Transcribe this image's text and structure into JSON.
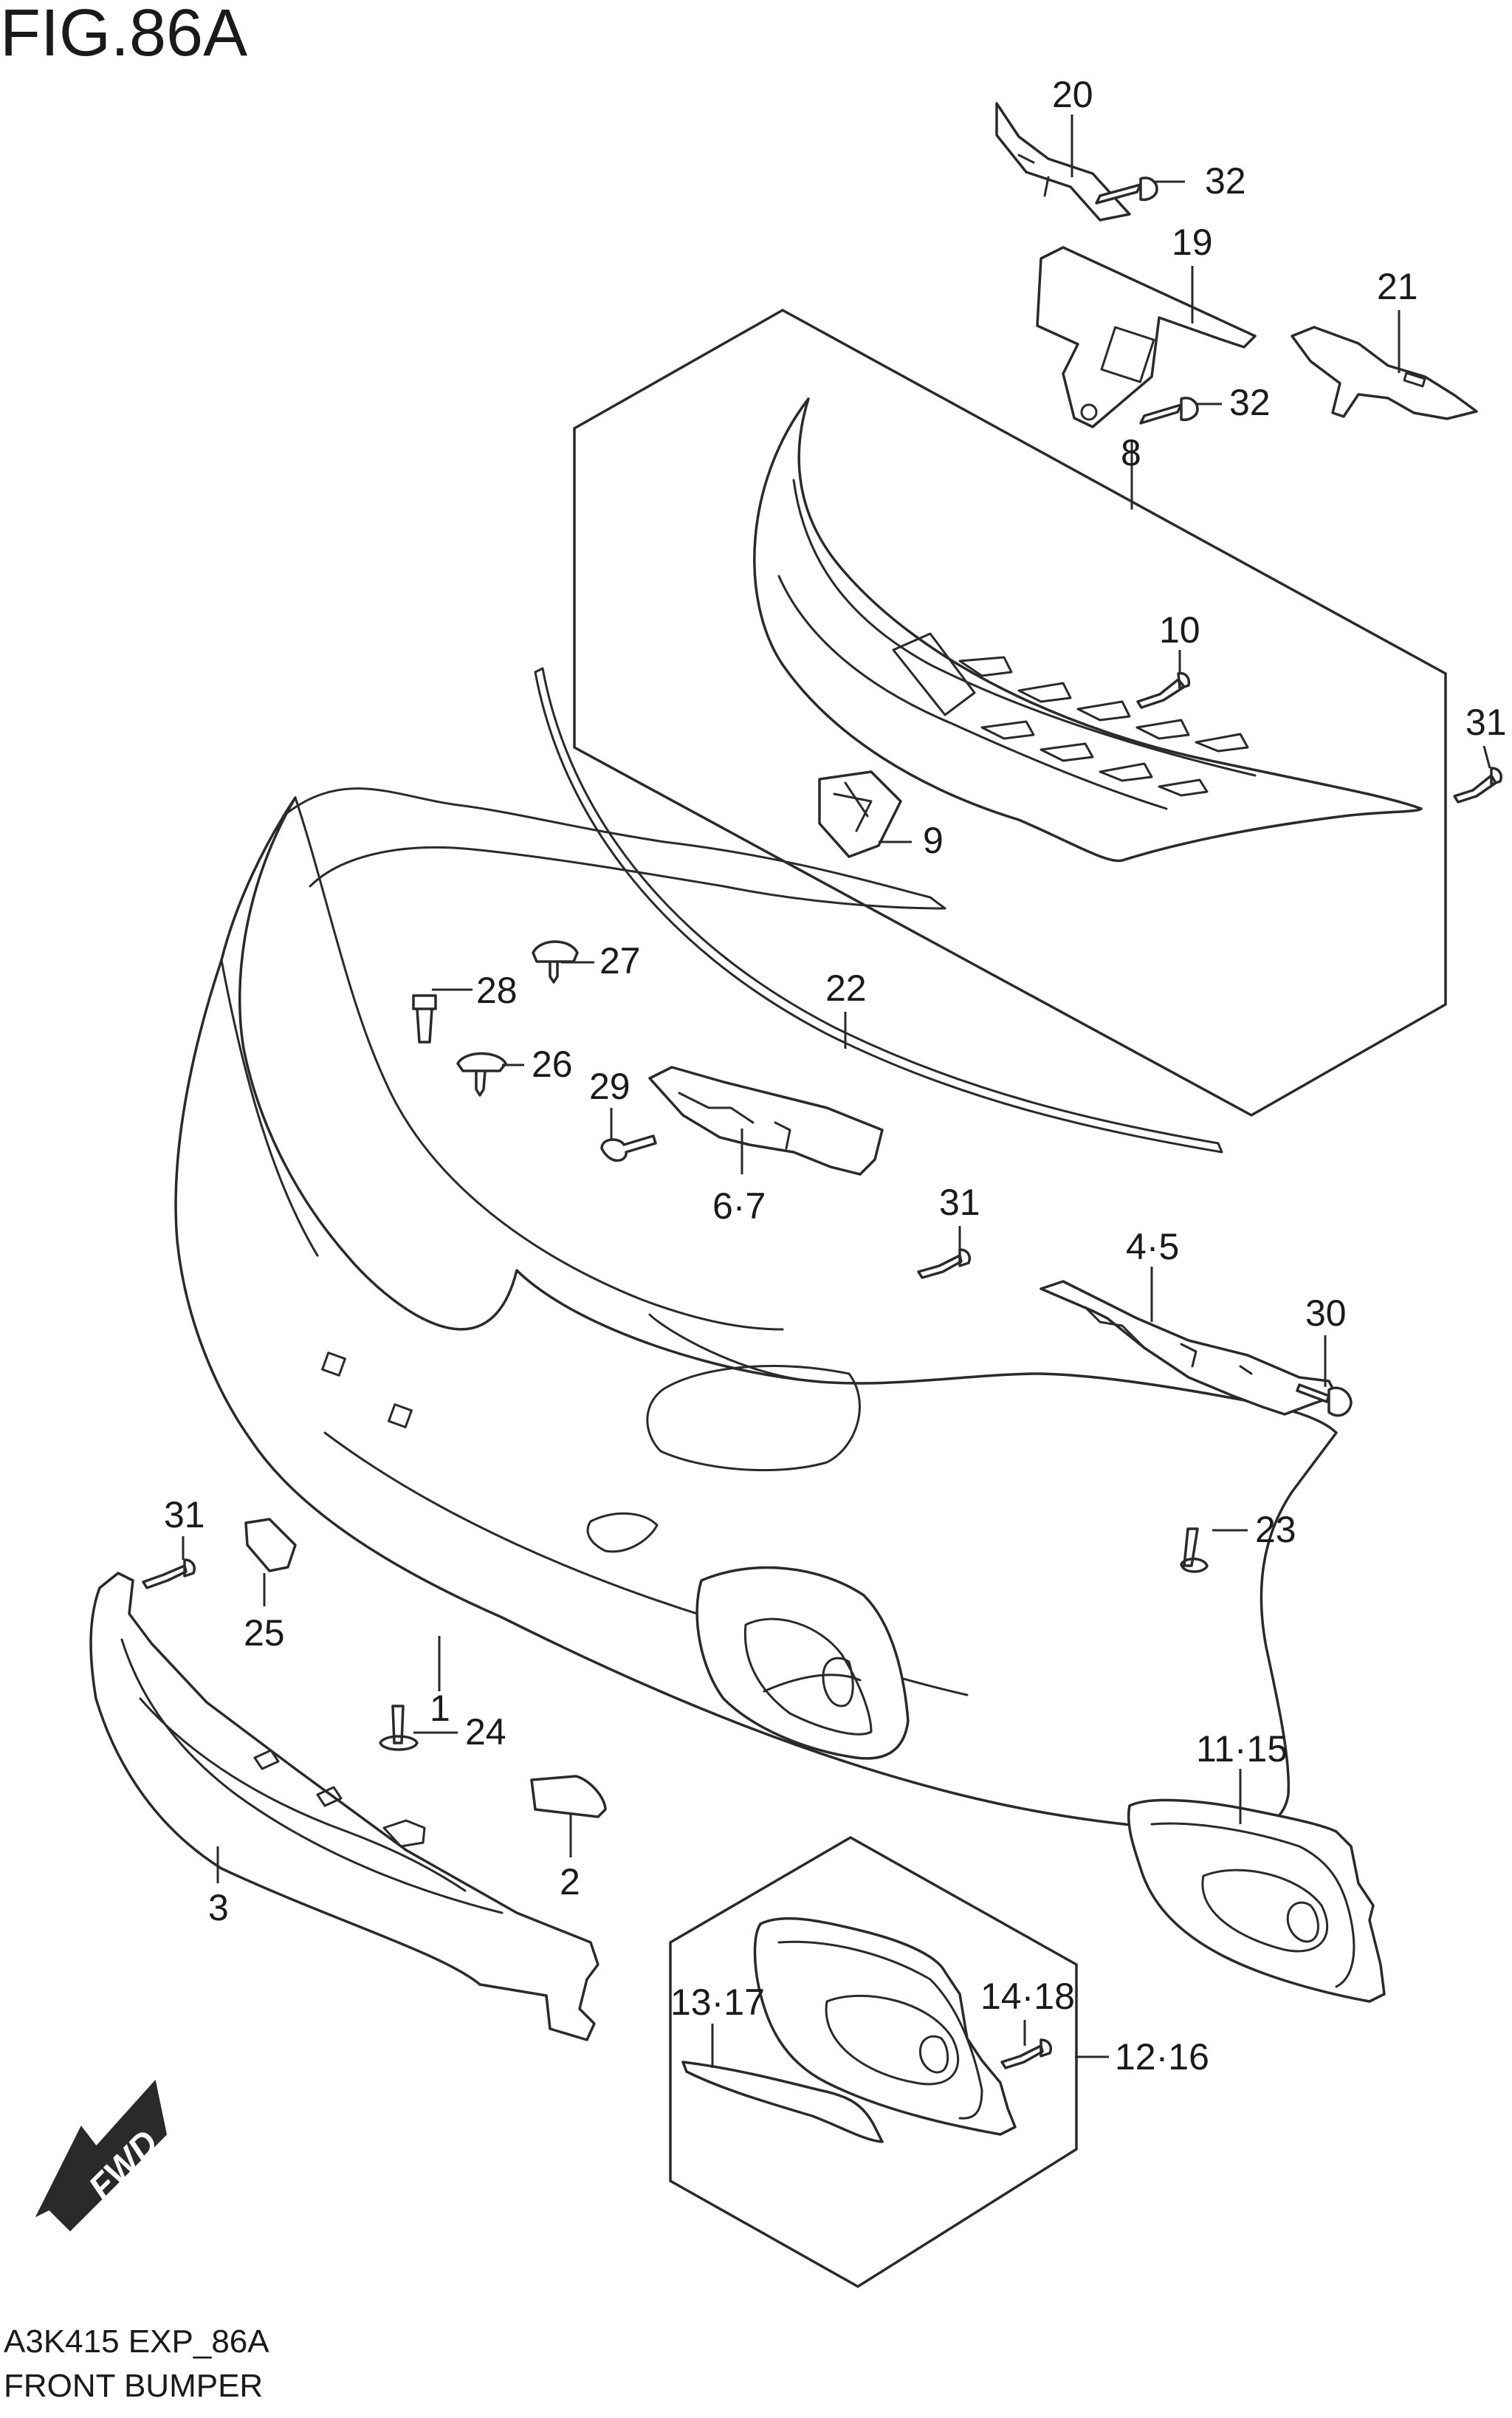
{
  "figure": {
    "title": "FIG.86A"
  },
  "footer": {
    "code": "A3K415 EXP_86A",
    "name": "FRONT BUMPER"
  },
  "fwd_arrow": {
    "text": "FWD"
  },
  "callouts": {
    "c1": "1",
    "c2": "2",
    "c3": "3",
    "c4_5": "4·5",
    "c6_7": "6·7",
    "c8": "8",
    "c9": "9",
    "c10": "10",
    "c11_15": "11·15",
    "c12_16": "12·16",
    "c13_17": "13·17",
    "c14_18": "14·18",
    "c19": "19",
    "c20": "20",
    "c21": "21",
    "c22": "22",
    "c23": "23",
    "c24": "24",
    "c25": "25",
    "c26": "26",
    "c27": "27",
    "c28": "28",
    "c29": "29",
    "c30": "30",
    "c31a": "31",
    "c31b": "31",
    "c31c": "31",
    "c32a": "32",
    "c32b": "32"
  }
}
